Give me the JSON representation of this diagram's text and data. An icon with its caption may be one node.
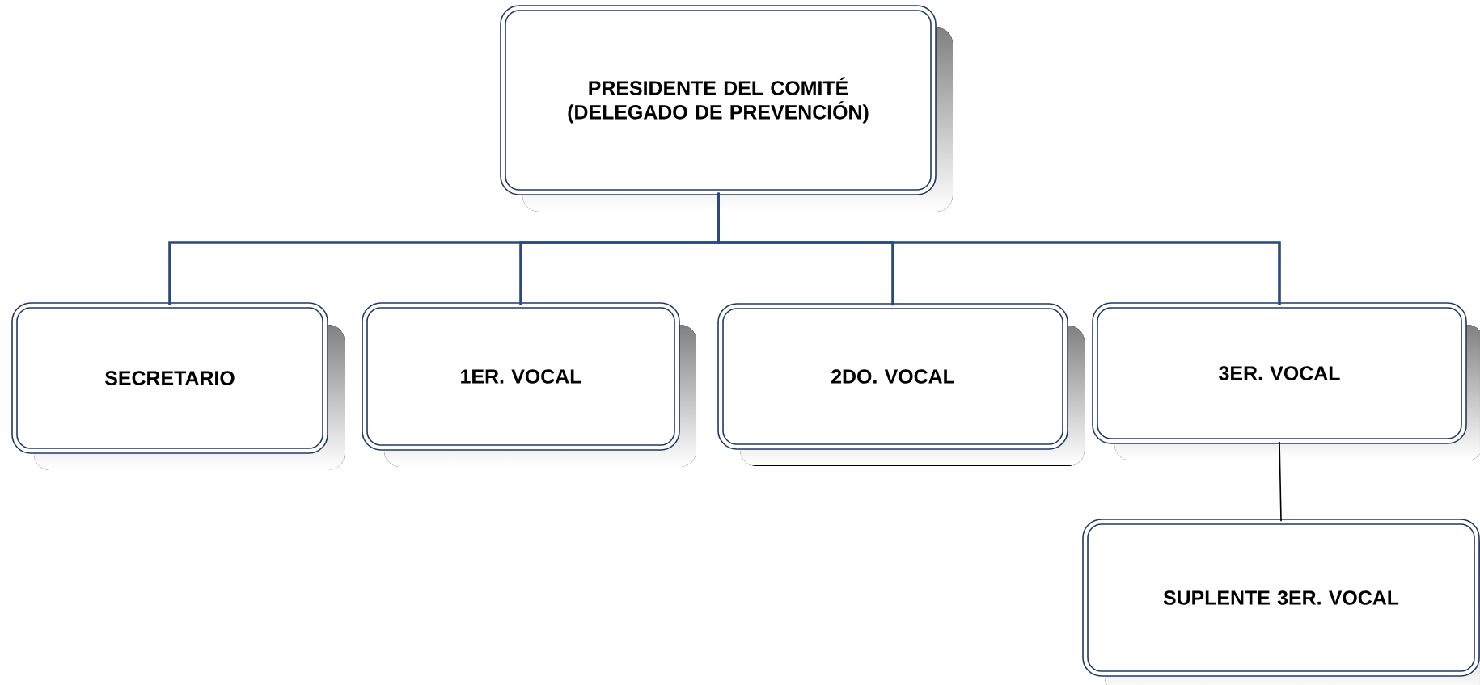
{
  "diagram": {
    "nodes": [
      {
        "text": [
          "PRESIDENTE DEL COMITÉ (DELEGADO DE PREVENCIÓN)"
        ]
      },
      {
        "text": [
          "SECRETARIO"
        ]
      },
      {
        "text": [
          "1ER. VOCAL"
        ]
      },
      {
        "text": [
          "2DO. VOCAL"
        ]
      },
      {
        "text": [
          "3ER. VOCAL"
        ]
      },
      {
        "text": [
          "SUPLENTE 3ER. VOCAL"
        ]
      }
    ],
    "edges": [
      {
        "from": 0,
        "to": 1,
        "arrow": "none"
      },
      {
        "from": 0,
        "to": 2,
        "arrow": "none"
      },
      {
        "from": 0,
        "to": 3,
        "arrow": "none"
      },
      {
        "from": 0,
        "to": 4,
        "arrow": "none"
      },
      {
        "from": 4,
        "to": 5,
        "arrow": "none",
        "color": "#000000"
      }
    ]
  }
}
